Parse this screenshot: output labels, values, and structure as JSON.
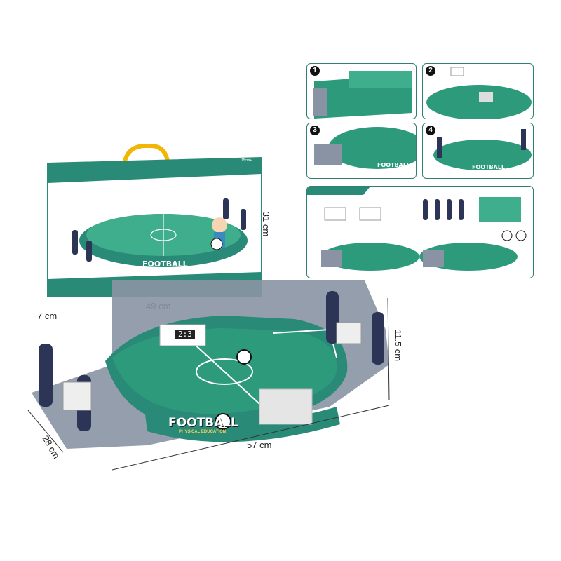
{
  "product": {
    "brand_text": "FOOTBALL",
    "brand_subtext": "PHYSICAL EDUCATION",
    "scoreboard": "2:3",
    "box_badge": "15cm+"
  },
  "dimensions": {
    "box_height": "31 cm",
    "box_width": "49 cm",
    "box_depth": "7 cm",
    "toy_length": "57 cm",
    "toy_depth": "28 cm",
    "toy_height": "11.5 cm"
  },
  "steps": [
    {
      "number": "1"
    },
    {
      "number": "2"
    },
    {
      "number": "3"
    },
    {
      "number": "4"
    }
  ],
  "colors": {
    "field": "#2e9a7c",
    "field_light": "#3fae8d",
    "wall": "#2a8a78",
    "base": "#8a93a3",
    "rod": "#2c3555",
    "handle": "#f2b705",
    "border": "#2f7f73"
  }
}
